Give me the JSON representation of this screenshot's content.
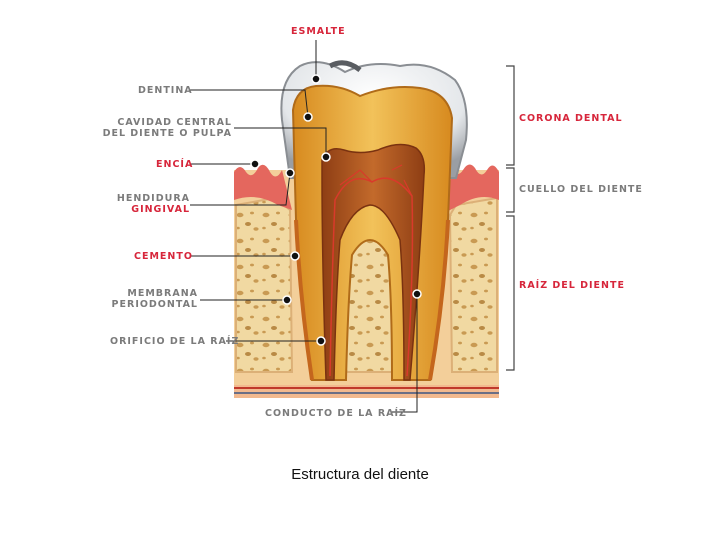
{
  "diagram": {
    "labels": {
      "esmalte": "ESMALTE",
      "dentina": "DENTINA",
      "cavidad_1": "CAVIDAD CENTRAL",
      "cavidad_2": "DEL DIENTE O PULPA",
      "encia": "ENCÍA",
      "hendidura_1": "HENDIDURA",
      "hendidura_2": "GINGIVAL",
      "cemento": "CEMENTO",
      "membrana_1": "MEMBRANA",
      "membrana_2": "PERIODONTAL",
      "orificio": "ORIFICIO DE LA RAÍZ",
      "conducto": "CONDUCTO DE LA RAÍZ",
      "corona": "CORONA DENTAL",
      "cuello": "CUELLO DEL DIENTE",
      "raiz": "RAÍZ DEL DIENTE"
    },
    "colors": {
      "label_grey": "#7b7b7b",
      "label_red": "#d7263b",
      "enamel": "#e9ecef",
      "dentin": "#e7a83a",
      "pulp": "#b3561f",
      "gum": "#e46a62",
      "bone": "#f0d79e"
    }
  },
  "caption": "Estructura del diente"
}
